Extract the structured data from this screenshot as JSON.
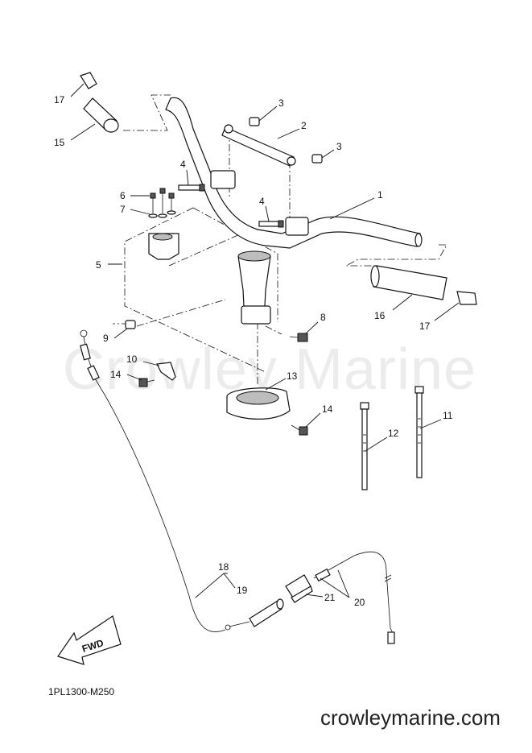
{
  "watermark": "Crowley Marine",
  "drawing_code": "1PL1300-M250",
  "site_url": "crowleymarine.com",
  "fwd_label": "FWD",
  "callouts": {
    "c1": "1",
    "c2": "2",
    "c3a": "3",
    "c3b": "3",
    "c4a": "4",
    "c4b": "4",
    "c5": "5",
    "c6": "6",
    "c7": "7",
    "c8": "8",
    "c9": "9",
    "c10": "10",
    "c11": "11",
    "c12": "12",
    "c13": "13",
    "c14a": "14",
    "c14b": "14",
    "c15": "15",
    "c16": "16",
    "c17a": "17",
    "c17b": "17",
    "c18": "18",
    "c19": "19",
    "c20": "20",
    "c21": "21"
  }
}
